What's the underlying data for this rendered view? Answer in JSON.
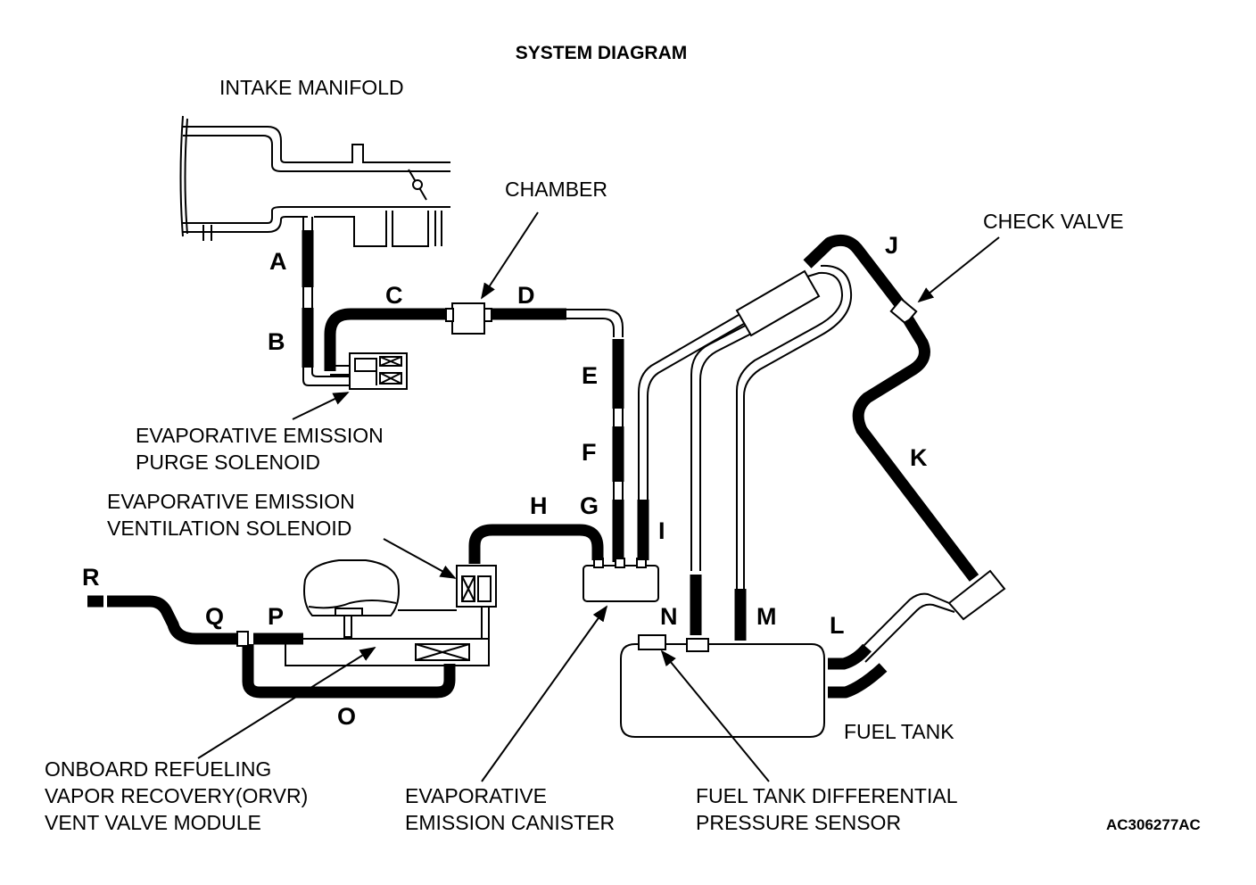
{
  "diagram": {
    "title": "SYSTEM DIAGRAM",
    "code": "AC306277AC",
    "components": {
      "intake_manifold": "INTAKE MANIFOLD",
      "chamber": "CHAMBER",
      "check_valve": "CHECK VALVE",
      "purge_solenoid": [
        "EVAPORATIVE EMISSION",
        "PURGE SOLENOID"
      ],
      "ventilation_solenoid": [
        "EVAPORATIVE EMISSION",
        "VENTILATION SOLENOID"
      ],
      "orvr_module": [
        "ONBOARD REFUELING",
        "VAPOR RECOVERY(ORVR)",
        "VENT VALVE MODULE"
      ],
      "canister": [
        "EVAPORATIVE",
        "EMISSION CANISTER"
      ],
      "pressure_sensor": [
        "FUEL TANK DIFFERENTIAL",
        "PRESSURE SENSOR"
      ],
      "fuel_tank": "FUEL TANK"
    },
    "hose_letters": [
      "A",
      "B",
      "C",
      "D",
      "E",
      "F",
      "G",
      "H",
      "I",
      "J",
      "K",
      "L",
      "M",
      "N",
      "O",
      "P",
      "Q",
      "R"
    ]
  }
}
